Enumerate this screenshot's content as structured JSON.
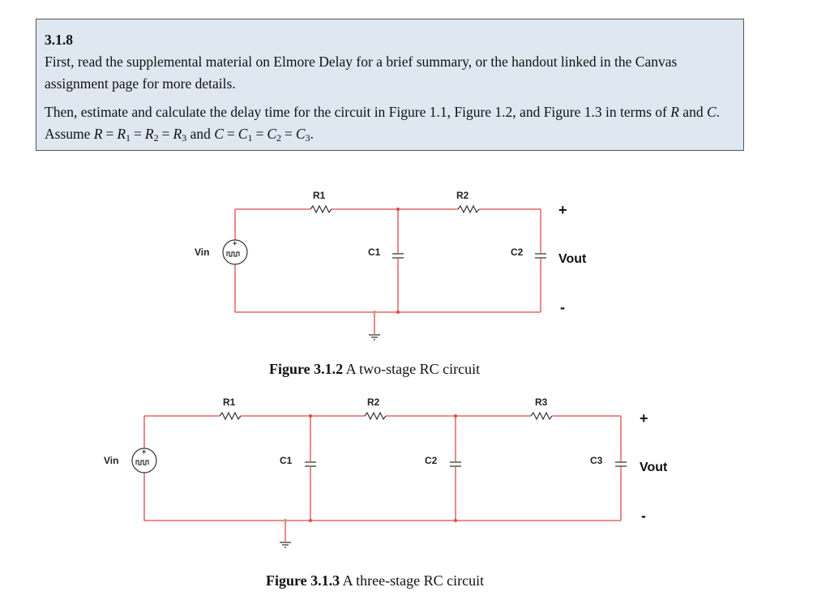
{
  "problem": {
    "number": "3.1.8",
    "paragraph1": "First, read the supplemental material on Elmore Delay for a brief summary, or the handout linked in the Canvas assignment page for more details.",
    "paragraph2_text": "Then, estimate and calculate the delay time for the circuit in Figure 1.1, Figure 1.2, and Figure 1.3 in terms of",
    "paragraph2_and": "and",
    "paragraph2_assume": ". Assume",
    "var_R": "R",
    "var_C": "C",
    "var_R1": "R",
    "sub1": "1",
    "sub2": "2",
    "sub3": "3",
    "eq": "=",
    "and2": "and",
    "period": "."
  },
  "figure2": {
    "caption_bold": "Figure 3.1.2",
    "caption_text": " A two-stage RC circuit",
    "labels": {
      "vin": "Vin",
      "r1": "R1",
      "r2": "R2",
      "c1": "C1",
      "c2": "C2",
      "vout": "Vout",
      "plus": "+",
      "minus": "-",
      "src_plus": "+"
    }
  },
  "figure3": {
    "caption_bold": "Figure 3.1.3",
    "caption_text": " A three-stage RC circuit",
    "labels": {
      "vin": "Vin",
      "r1": "R1",
      "r2": "R2",
      "r3": "R3",
      "c1": "C1",
      "c2": "C2",
      "c3": "C3",
      "vout": "Vout",
      "plus": "+",
      "minus": "-",
      "src_plus": "+"
    }
  }
}
